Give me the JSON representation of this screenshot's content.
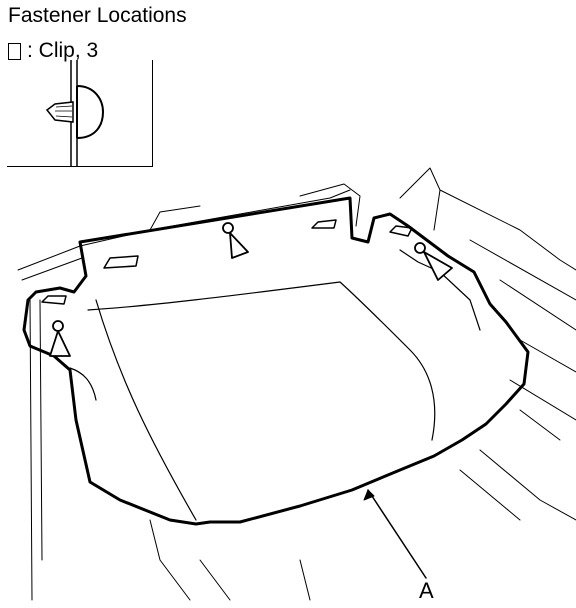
{
  "diagram": {
    "title": "Fastener Locations",
    "legend": {
      "symbol_icon": "clip-symbol-icon",
      "text": ": Clip, 3"
    },
    "callouts": [
      {
        "label": "A"
      }
    ],
    "clip_count": 3,
    "line_color": "#000000",
    "background": "#ffffff"
  }
}
